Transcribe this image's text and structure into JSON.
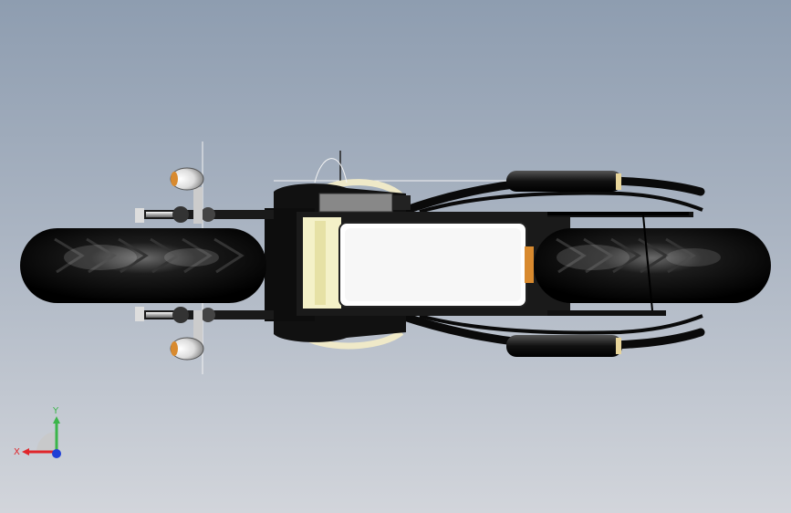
{
  "viewport": {
    "background_top": "#8e9db0",
    "background_bottom": "#d2d5db"
  },
  "model": {
    "view": "top",
    "parts": [
      "front-tire",
      "rear-tire",
      "seat",
      "fuel-tank",
      "handlebar",
      "headlight-left",
      "headlight-right",
      "exhaust-pipe-upper",
      "exhaust-pipe-lower",
      "front-fork",
      "rear-fender"
    ]
  },
  "triad": {
    "x_label": "X",
    "y_label": "Y",
    "x_color": "#e0262b",
    "y_color": "#3bb54a",
    "z_color": "#1f3fd6"
  }
}
